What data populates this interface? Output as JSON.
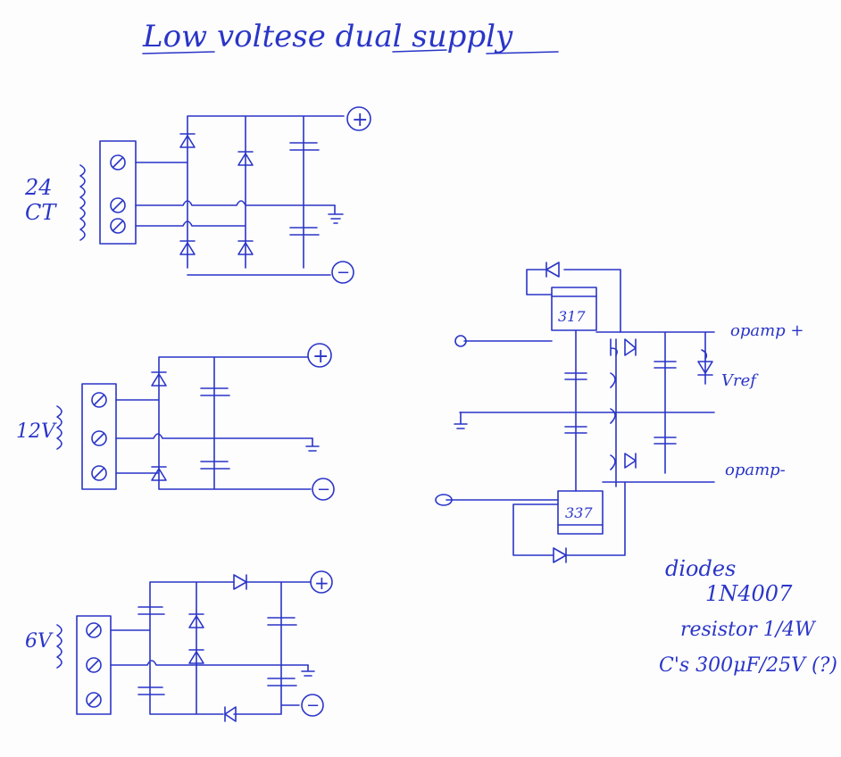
{
  "title": "Low voltese dual supply",
  "ink_color": "#2a35c8",
  "circuits": {
    "transformer_24": {
      "label_line1": "24",
      "label_line2": "CT"
    },
    "transformer_12": {
      "label": "12V"
    },
    "transformer_6": {
      "label": "6V"
    }
  },
  "regulator": {
    "top_chip": "317",
    "bottom_chip": "337",
    "out_pos": "opamp +",
    "vref": "Vref",
    "out_neg": "opamp-"
  },
  "terminals": {
    "plus": "+",
    "minus": "−"
  },
  "notes": {
    "line1": "diodes",
    "line2": "1N4007",
    "line3": "resistor 1/4W",
    "line4": "C's 300μF/25V (?)"
  }
}
